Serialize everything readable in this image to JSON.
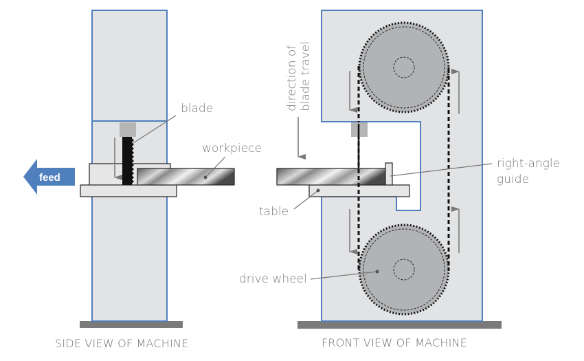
{
  "colors": {
    "frame_stroke": "#4f7fbd",
    "frame_fill": "#e2e3e5",
    "wheel_fill": "#b2b3b5",
    "base_fill": "#7a7a7a",
    "feed_arrow": "#4f7fbd",
    "label_text": "#777777"
  },
  "side_view": {
    "caption": "SIDE VIEW OF MACHINE",
    "labels": {
      "blade": "blade",
      "workpiece": "workpiece",
      "feed": "feed"
    }
  },
  "front_view": {
    "caption": "FRONT VIEW OF MACHINE",
    "labels": {
      "direction_line1": "direction of",
      "direction_line2": "blade travel",
      "right_angle_line1": "right-angle",
      "right_angle_line2": "guide",
      "table": "table",
      "drive_wheel": "drive wheel"
    }
  }
}
